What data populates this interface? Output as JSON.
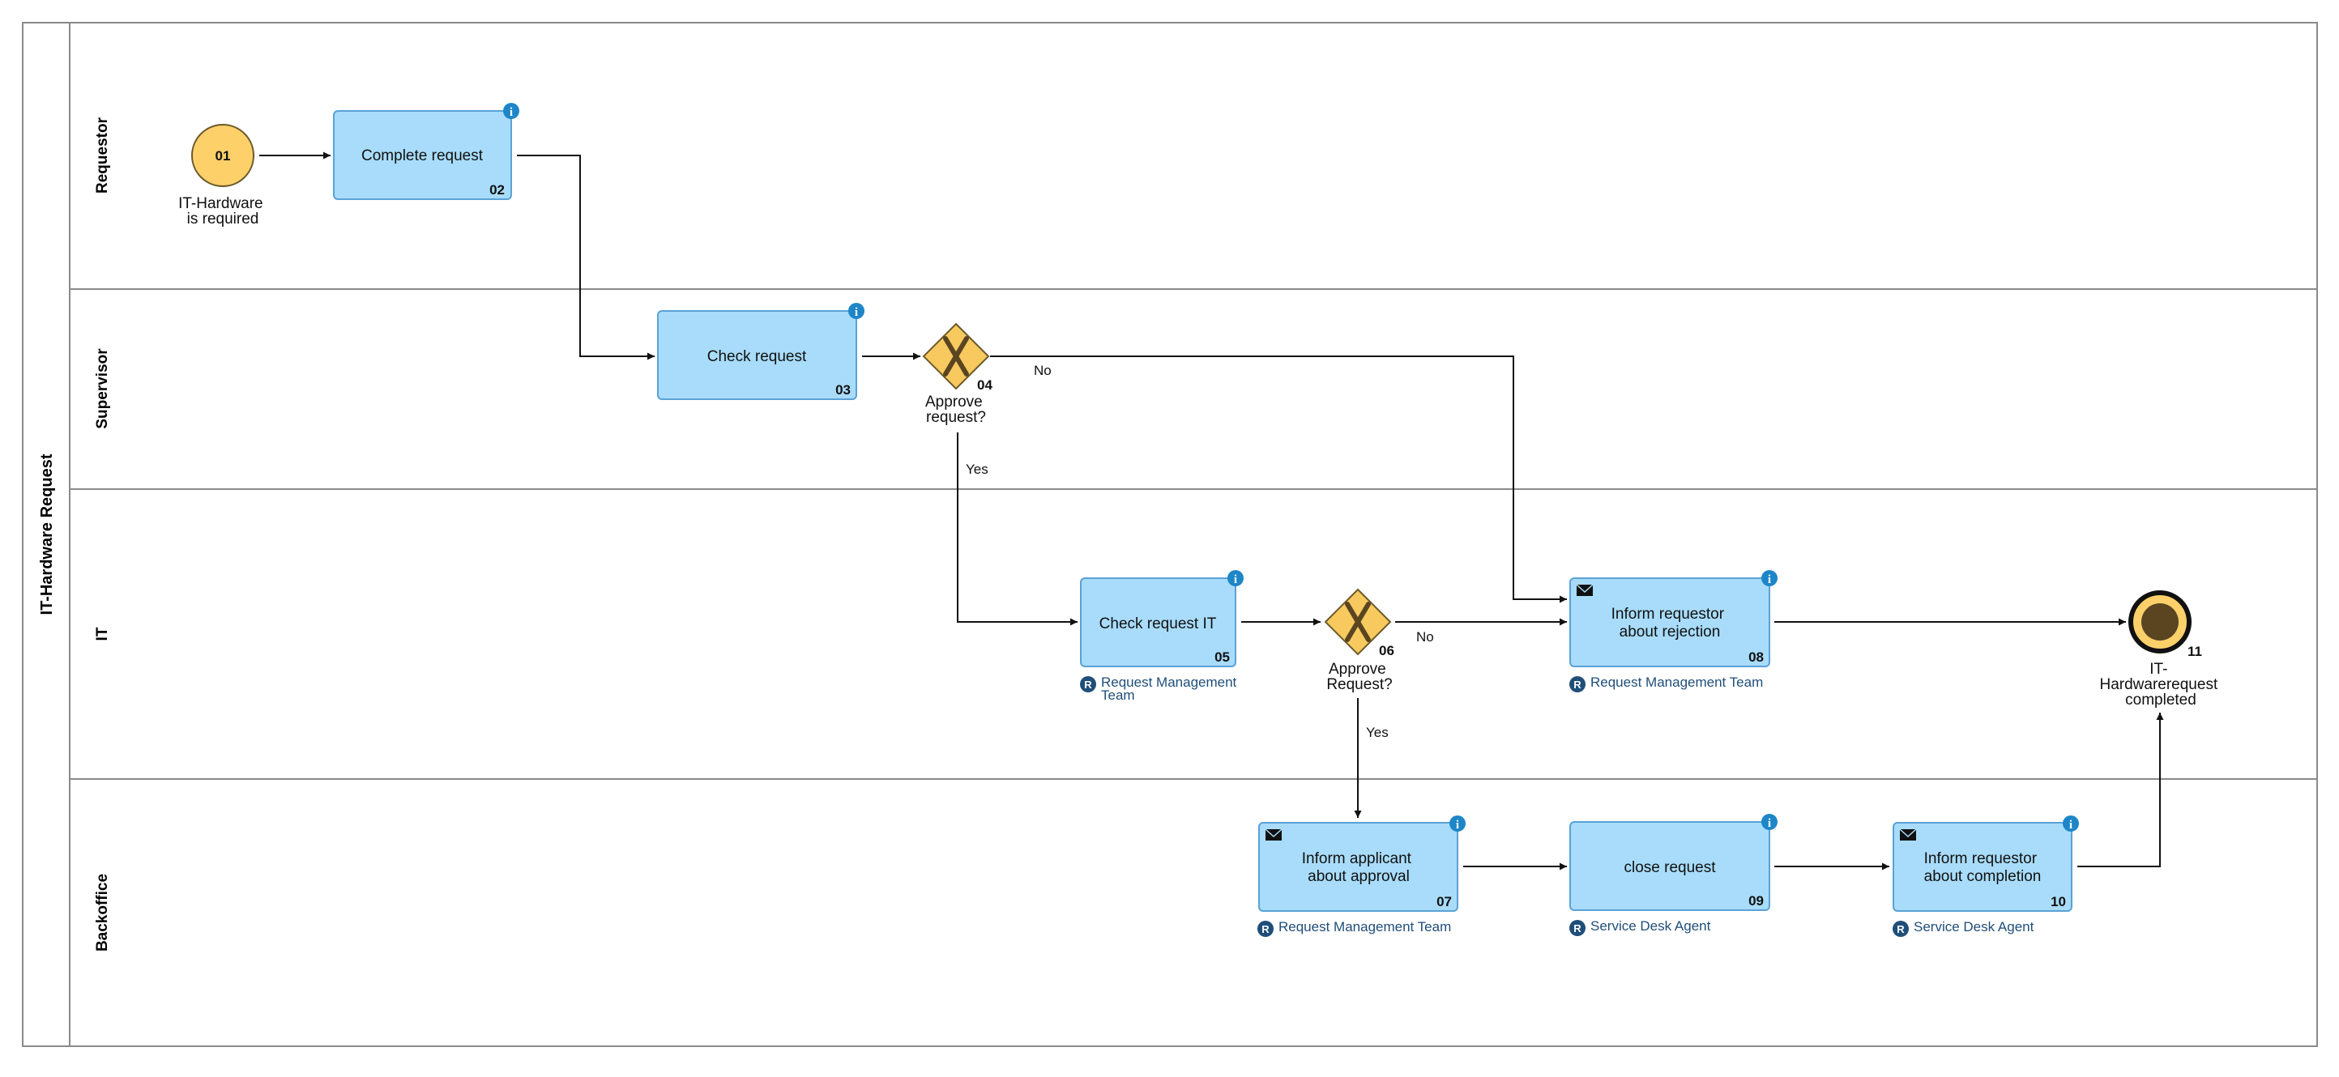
{
  "pool": {
    "title": "IT-Hardware Request"
  },
  "lanes": [
    {
      "id": "requestor",
      "label": "Requestor"
    },
    {
      "id": "supervisor",
      "label": "Supervisor"
    },
    {
      "id": "it",
      "label": "IT"
    },
    {
      "id": "backoffice",
      "label": "Backoffice"
    }
  ],
  "start_event": {
    "number": "01",
    "label_lines": [
      "IT-Hardware",
      "is required"
    ]
  },
  "tasks": [
    {
      "id": "02",
      "number": "02",
      "label_lines": [
        "Complete request"
      ],
      "role": "",
      "has_info": true,
      "has_message": false
    },
    {
      "id": "03",
      "number": "03",
      "label_lines": [
        "Check request"
      ],
      "role": "",
      "has_info": true,
      "has_message": false
    },
    {
      "id": "05",
      "number": "05",
      "label_lines": [
        "Check request IT"
      ],
      "role_lines": [
        "Request Management",
        "Team"
      ],
      "has_info": true,
      "has_message": false
    },
    {
      "id": "08",
      "number": "08",
      "label_lines": [
        "Inform requestor",
        "about rejection"
      ],
      "role_lines": [
        "Request Management Team"
      ],
      "has_info": true,
      "has_message": true
    },
    {
      "id": "07",
      "number": "07",
      "label_lines": [
        "Inform applicant",
        "about approval"
      ],
      "role_lines": [
        "Request Management Team"
      ],
      "has_info": true,
      "has_message": true
    },
    {
      "id": "09",
      "number": "09",
      "label_lines": [
        "close request"
      ],
      "role_lines": [
        "Service Desk Agent"
      ],
      "has_info": true,
      "has_message": false
    },
    {
      "id": "10",
      "number": "10",
      "label_lines": [
        "Inform requestor",
        "about completion"
      ],
      "role_lines": [
        "Service Desk Agent"
      ],
      "has_info": true,
      "has_message": true
    }
  ],
  "gateways": [
    {
      "id": "04",
      "number": "04",
      "label_lines": [
        "Approve",
        "request?"
      ]
    },
    {
      "id": "06",
      "number": "06",
      "label_lines": [
        "Approve",
        "Request?"
      ]
    }
  ],
  "end_event": {
    "number": "11",
    "label_lines": [
      "IT-",
      "Hardwarerequest",
      "completed"
    ]
  },
  "flow_labels": {
    "g04_no": "No",
    "g04_yes": "Yes",
    "g06_no": "No",
    "g06_yes": "Yes"
  },
  "role_badge_letter": "R",
  "info_badge_letter": "i",
  "colors": {
    "task_fill": "#a8dcfa",
    "task_stroke": "#5aa2d6",
    "event_fill": "#fdd06a",
    "event_stroke": "#6b5a2a",
    "gateway_fill": "#f7c95f",
    "gateway_x": "#5a4520",
    "end_inner": "#5a4520",
    "info_badge": "#1e86c8",
    "role_badge": "#1f4e79",
    "lane_border": "#8a8a8a"
  }
}
